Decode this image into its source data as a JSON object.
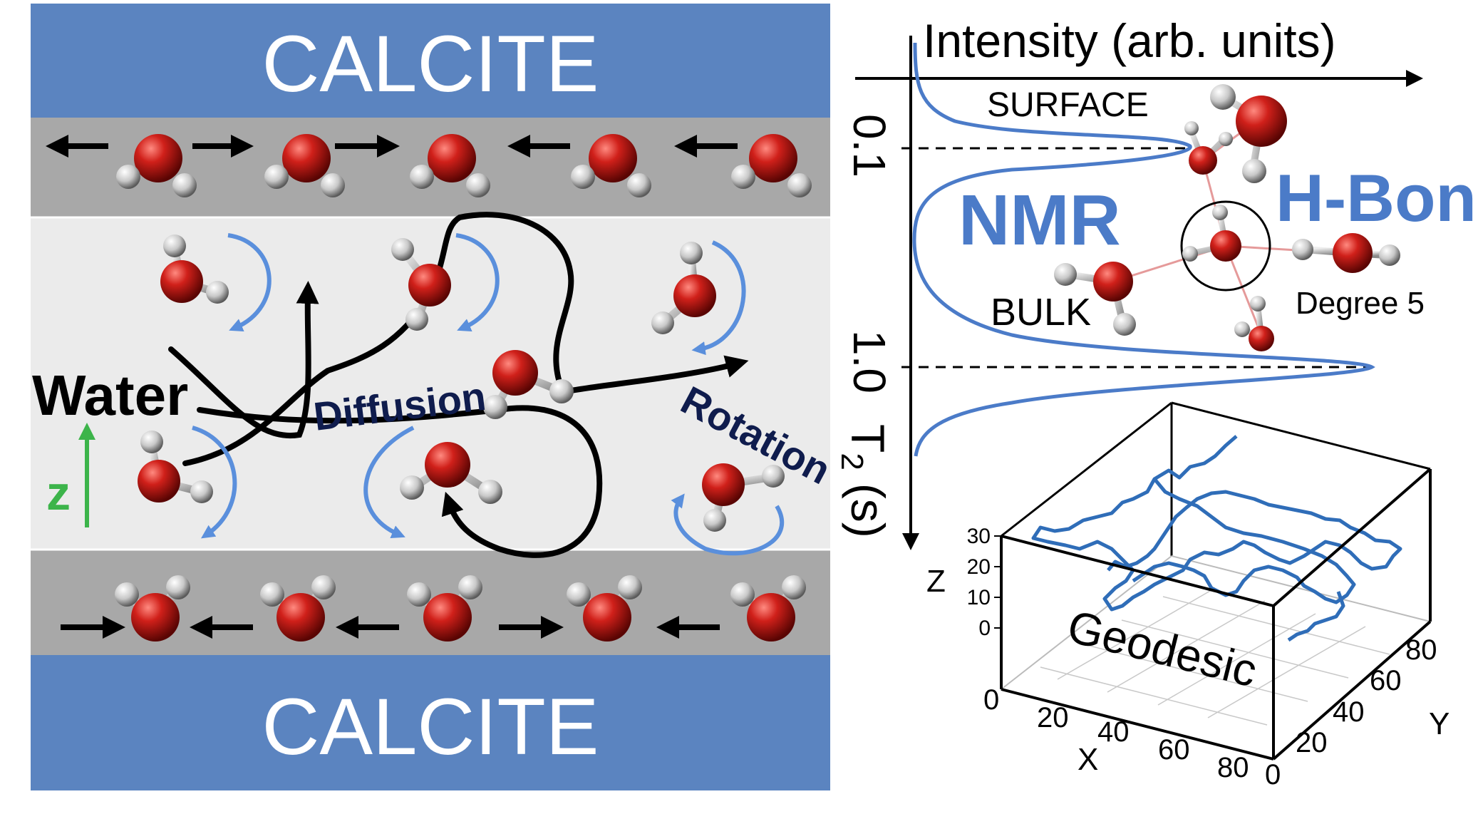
{
  "left_panel": {
    "top_label": "CALCITE",
    "bottom_label": "CALCITE",
    "water_label": "Water",
    "axis_label": "z",
    "diffusion_label": "Diffusion",
    "rotation_label": "Rotation",
    "colors": {
      "calcite": "#5B84C0",
      "surface_layer": "#A8A8A8",
      "bulk_layer": "#EBEBEB",
      "oxygen": "#C4140E",
      "hydrogen": "#E0E0E0",
      "rotation_arrow": "#5A8FDC",
      "axis_arrow": "#3CB44A"
    }
  },
  "nmr_panel": {
    "y_axis_title": "Intensity (arb. units)",
    "x_axis_title_main": "T",
    "x_axis_title_sub": "2",
    "x_axis_title_unit": "(s)",
    "tick_01": "0.1",
    "tick_10": "1.0",
    "surface_label": "SURFACE",
    "bulk_label": "BULK",
    "nmr_label": "NMR",
    "hbond_label": "H-Bond",
    "degree_label": "Degree 5",
    "curve_color": "#4B7BC8"
  },
  "geodesic_panel": {
    "title": "Geodesic",
    "x_label": "X",
    "y_label": "Y",
    "z_label": "Z",
    "x_ticks": [
      "0",
      "20",
      "40",
      "60",
      "80"
    ],
    "y_ticks": [
      "0",
      "20",
      "40",
      "60",
      "80"
    ],
    "z_ticks": [
      "0",
      "10",
      "20",
      "30"
    ],
    "trajectory_color": "#2F6DB8"
  }
}
